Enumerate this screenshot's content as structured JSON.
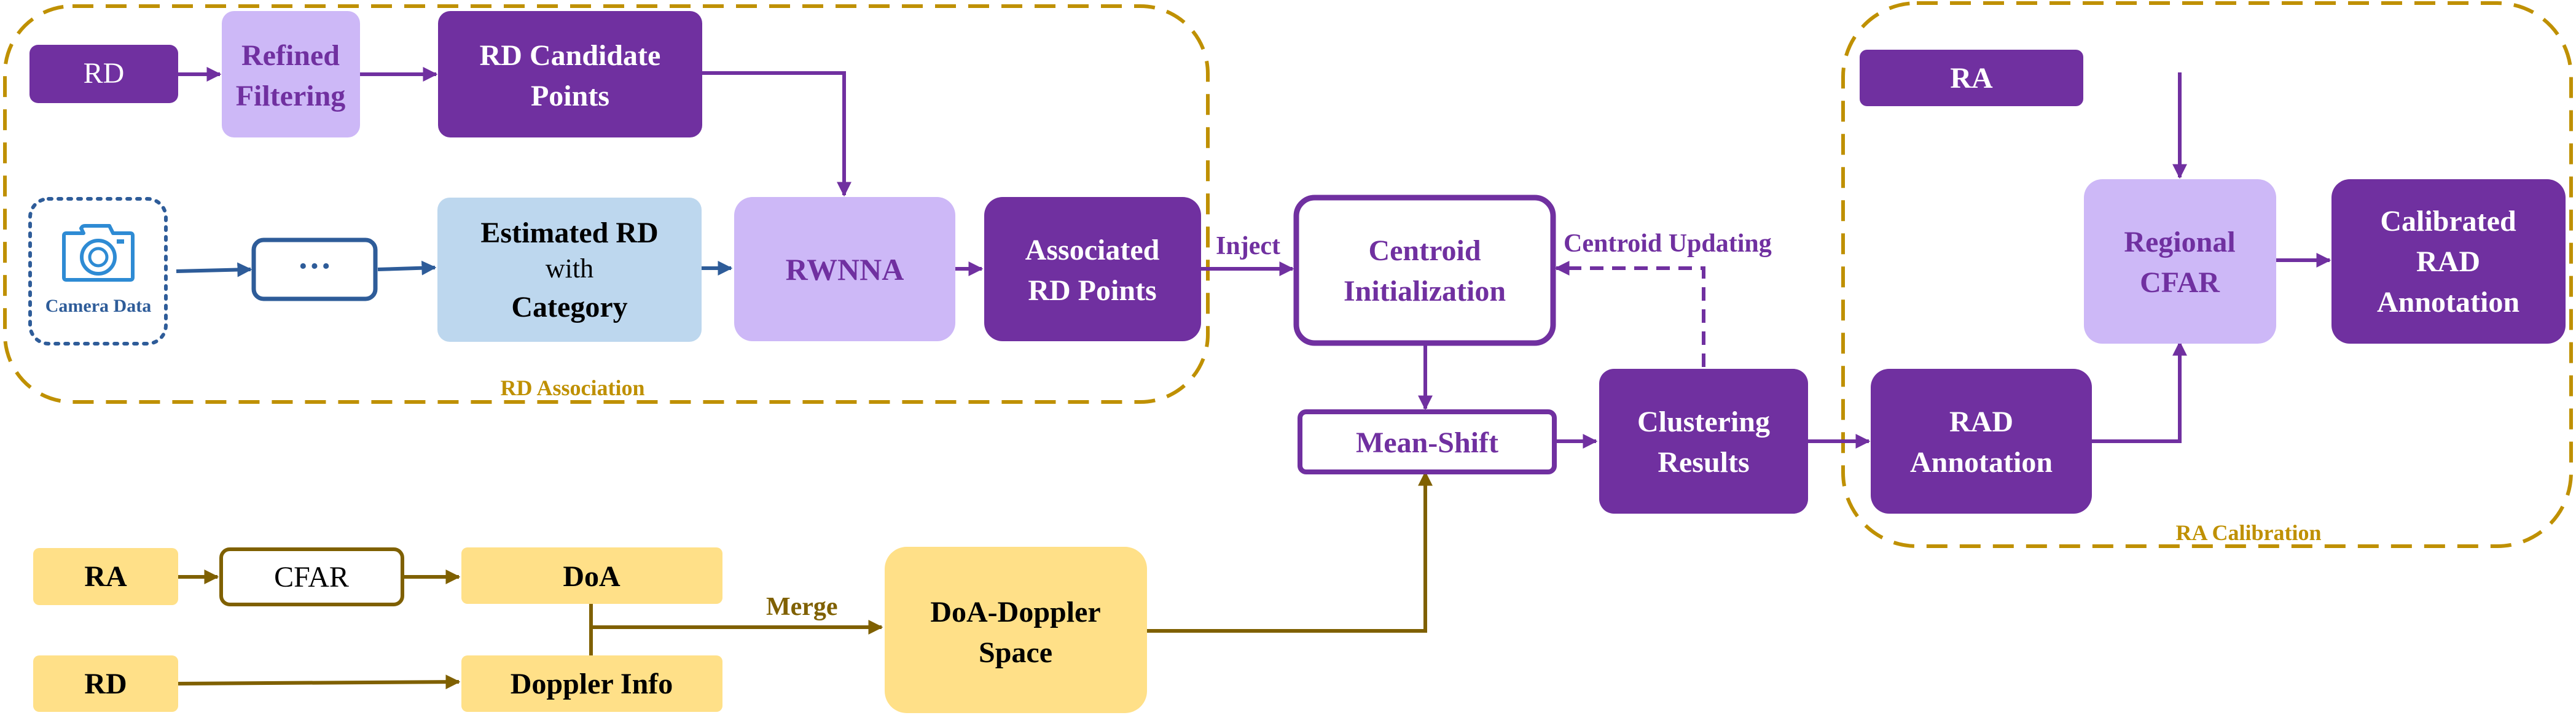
{
  "colors": {
    "dark_purple": "#7030a0",
    "light_purple": "#cdb8f7",
    "light_blue": "#bdd7ee",
    "navy": "#2e5c99",
    "yellow": "#ffe088",
    "brown": "#7f6000",
    "gold_dash": "#bf9000"
  },
  "regions": {
    "rd_association": "RD Association",
    "ra_calibration": "RA Calibration"
  },
  "nodes": {
    "rd_top": "RD",
    "refined_filtering_1": "Refined",
    "refined_filtering_2": "Filtering",
    "rd_candidate_1": "RD Candidate",
    "rd_candidate_2": "Points",
    "camera_data": "Camera Data",
    "ellipsis": "···",
    "estimated_rd_1": "Estimated RD",
    "estimated_rd_2": "with",
    "estimated_rd_3": "Category",
    "rwnna": "RWNNA",
    "associated_1": "Associated",
    "associated_2": "RD Points",
    "centroid_init_1": "Centroid",
    "centroid_init_2": "Initialization",
    "mean_shift": "Mean-Shift",
    "clustering_1": "Clustering",
    "clustering_2": "Results",
    "ra_top": "RA",
    "regional_cfar_1": "Regional",
    "regional_cfar_2": "CFAR",
    "calibrated_1": "Calibrated",
    "calibrated_2": "RAD",
    "calibrated_3": "Annotation",
    "rad_annotation_1": "RAD",
    "rad_annotation_2": "Annotation",
    "ra_bottom": "RA",
    "cfar": "CFAR",
    "doa": "DoA",
    "rd_bottom": "RD",
    "doppler_info": "Doppler Info",
    "doa_doppler_1": "DoA-Doppler",
    "doa_doppler_2": "Space"
  },
  "edge_labels": {
    "inject": "Inject",
    "centroid_updating": "Centroid Updating",
    "merge": "Merge"
  },
  "icons": {
    "camera": "camera-icon"
  }
}
